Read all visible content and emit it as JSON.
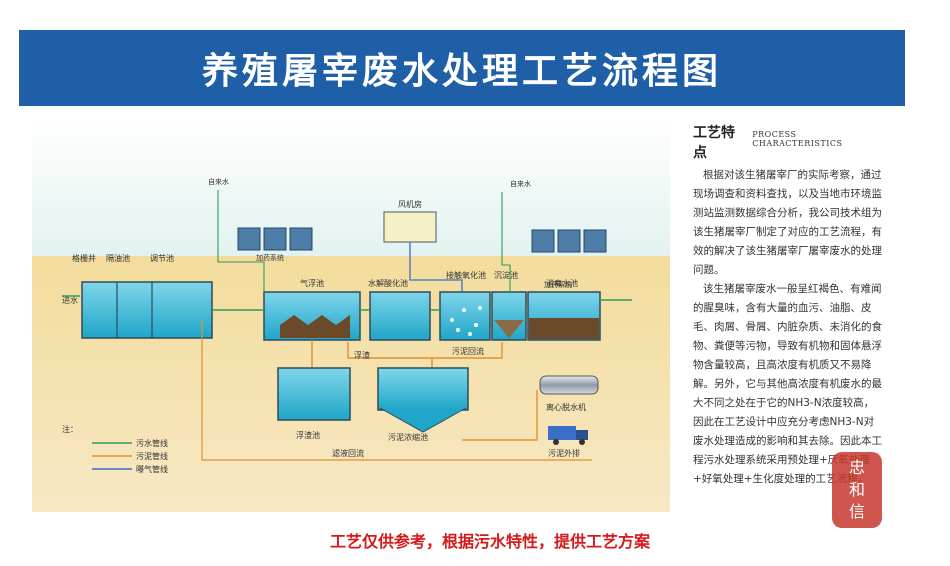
{
  "header": {
    "title": "养殖屠宰废水处理工艺流程图"
  },
  "diagram": {
    "units": {
      "grille": "格栅井",
      "pump_well": "隔油池",
      "regulate": "调节池",
      "inlet": "进水",
      "air_float": "气浮池",
      "hydrolysis": "水解酸化池",
      "contact_oxidation": "接触氧化池",
      "settle": "沉淀池",
      "disinfect": "消毒水池",
      "fan_room": "风机房",
      "tap_water_left": "自来水",
      "tap_water_right": "自来水",
      "dosing_left": "加药系统",
      "dosing_right": "加药系统",
      "scum_pool": "浮渣池",
      "scum_label": "浮渣",
      "sludge_thicken": "污泥浓缩池",
      "sludge_return": "污泥回流",
      "filtrate_return": "滤液回流",
      "centrifuge": "离心脱水机",
      "sludge_out": "污泥外排"
    },
    "legend": {
      "title": "注：",
      "items": [
        {
          "label": "污水管线",
          "color": "#2f9c5a"
        },
        {
          "label": "污泥管线",
          "color": "#e0912f"
        },
        {
          "label": "曝气管线",
          "color": "#3a6fc7"
        }
      ]
    }
  },
  "side": {
    "title": "工艺特点",
    "subtitle": "PROCESS CHARACTERISTICS",
    "para1": "根据对该生猪屠宰厂的实际考察，通过现场调查和资料查找，以及当地市环境监测站监测数据综合分析，我公司技术组为该生猪屠宰厂制定了对应的工艺流程，有效的解决了该生猪屠宰厂屠宰废水的处理问题。",
    "para2": "该生猪屠宰废水一般呈红褐色、有难闻的腥臭味，含有大量的血污、油脂、皮毛、肉屑、骨屑、内脏杂质、未消化的食物、粪便等污物，导致有机物和固体悬浮物含量较高，且高浓度有机质又不易降解。另外，它与其他高浓度有机废水的最大不同之处在于它的NH3-N浓度较高，因此在工艺设计中应充分考虑NH3-N对废水处理造成的影响和其去除。因此本工程污水处理系统采用预处理+厌氧处理+好氧处理+生化度处理的工艺流程。"
  },
  "footer": {
    "note": "工艺仅供参考，根据污水特性，提供工艺方案"
  },
  "seal": {
    "chars": [
      "忠",
      "和",
      "信"
    ]
  }
}
